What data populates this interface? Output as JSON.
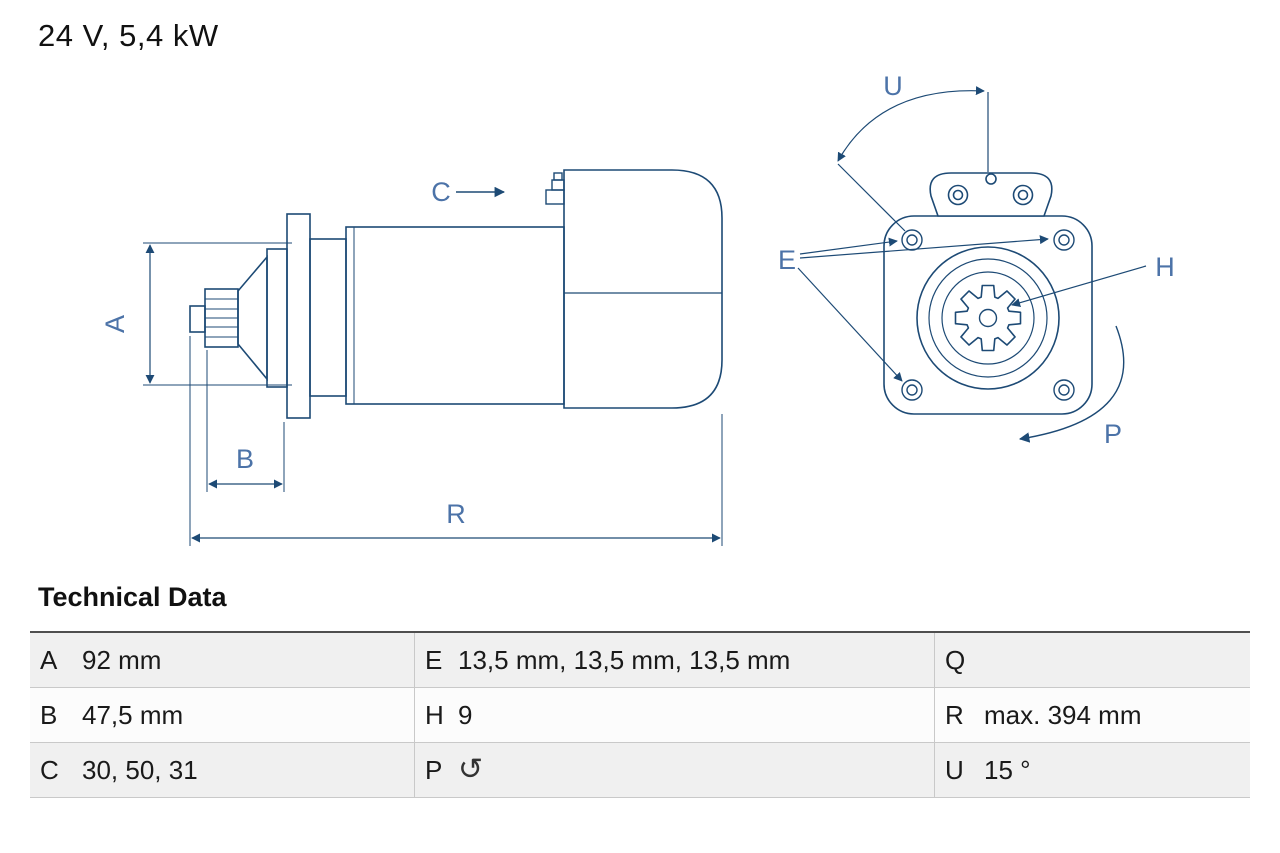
{
  "title": "24 V, 5,4 kW",
  "diagram": {
    "description": "Starter motor technical drawing, side view and front view with dimension callouts",
    "labels": {
      "A": "A",
      "B": "B",
      "C": "C",
      "E": "E",
      "H": "H",
      "P": "P",
      "R": "R",
      "U": "U"
    },
    "rotation_direction": "counterclockwise"
  },
  "table": {
    "heading": "Technical Data",
    "rows": [
      {
        "key1": "A",
        "val1": "92 mm",
        "key2": "E",
        "val2": "13,5 mm, 13,5 mm, 13,5 mm",
        "key3": "Q",
        "val3": ""
      },
      {
        "key1": "B",
        "val1": "47,5 mm",
        "key2": "H",
        "val2": "9",
        "key3": "R",
        "val3": "max. 394 mm"
      },
      {
        "key1": "C",
        "val1": "30, 50, 31",
        "key2": "P",
        "val2": "↺",
        "key3": "U",
        "val3": "15 °"
      }
    ]
  },
  "colors": {
    "line": "#1d4a75",
    "label": "#4c73a8",
    "text": "#1a1a1a"
  }
}
